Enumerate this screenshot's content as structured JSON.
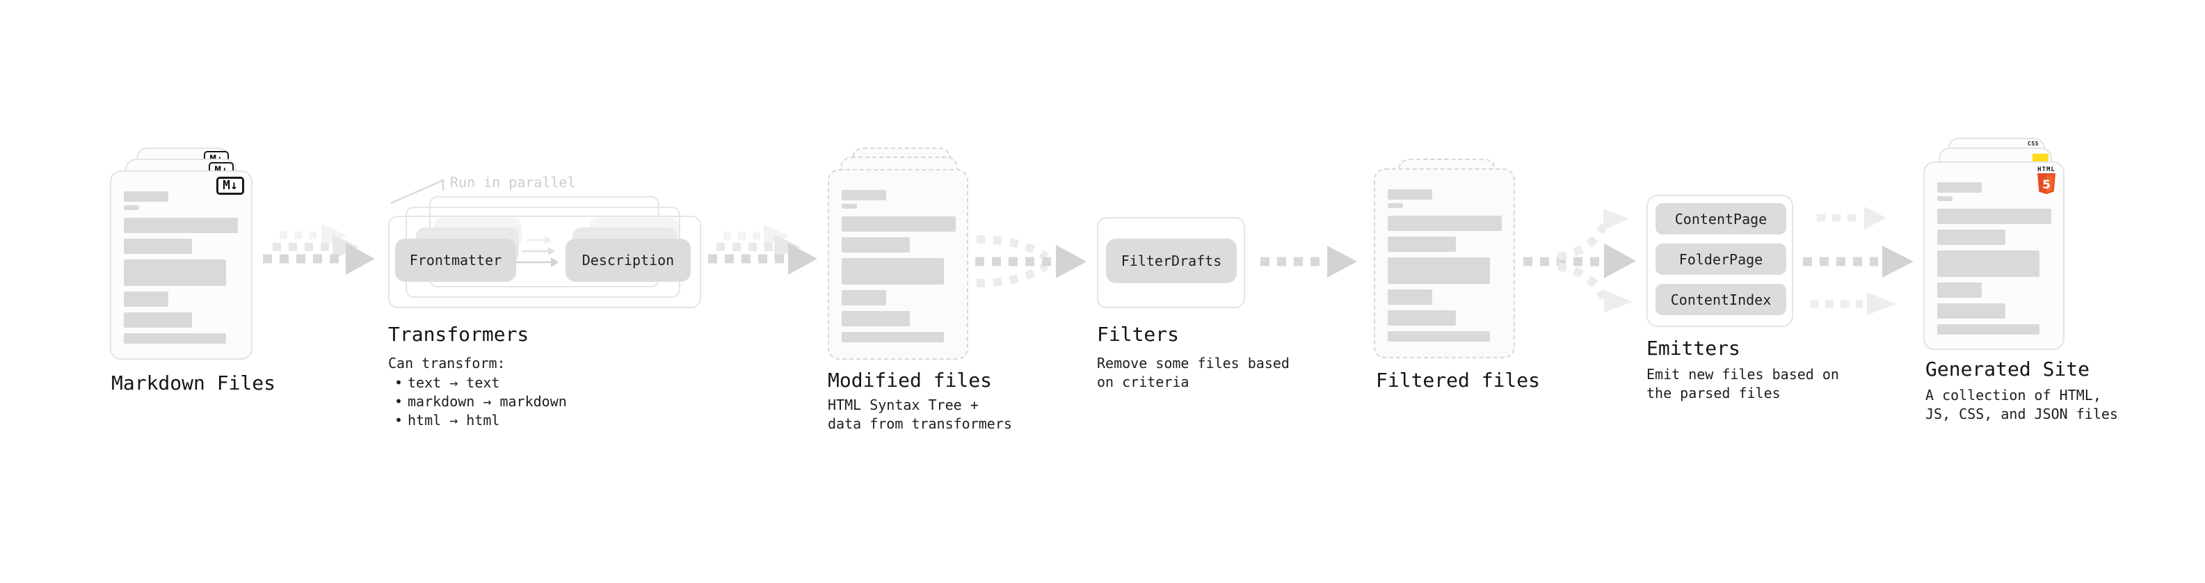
{
  "diagram": {
    "markdown_files": {
      "label": "Markdown Files",
      "icon": "M↓"
    },
    "transformers": {
      "heading": "Transformers",
      "note": "Run in parallel",
      "input_box": "Frontmatter",
      "output_box": "Description",
      "desc_title": "Can transform:",
      "bullet": "•",
      "bullets": [
        "text → text",
        "markdown → markdown",
        "html → html"
      ]
    },
    "modified_files": {
      "label": "Modified files",
      "desc": [
        "HTML Syntax Tree +",
        "data from transformers"
      ]
    },
    "filters": {
      "heading": "Filters",
      "box": "FilterDrafts",
      "desc": [
        "Remove some files based",
        "on criteria"
      ]
    },
    "filtered_files": {
      "label": "Filtered files"
    },
    "emitters": {
      "heading": "Emitters",
      "boxes": [
        "ContentPage",
        "FolderPage",
        "ContentIndex"
      ],
      "desc": [
        "Emit new files based on",
        "the parsed files"
      ]
    },
    "generated_site": {
      "label": "Generated Site",
      "desc": [
        "A collection of HTML,",
        "JS, CSS, and JSON files"
      ],
      "badges": {
        "css": "CSS",
        "html_label": "HTML",
        "html_number": "5"
      }
    }
  },
  "colors": {
    "background": "#ffffff",
    "card_border": "#e4e4e4",
    "dashed_border": "#d8d8d8",
    "placeholder_bar": "#d9d9d9",
    "process_box_fill": "#dcdcdc",
    "text": "#151515",
    "note_muted": "#cdcdcd",
    "arrow_dark": "#d8d8d8",
    "arrow_light": "#f3f3f3",
    "html5_orange": "#e44d26",
    "html5_orange_light": "#f16529",
    "js_yellow": "#ffdb1e",
    "css_blue": "#2e6bf0",
    "icon_border": "#181818"
  },
  "file_bars": [
    {
      "w": 64,
      "h": 15,
      "mt": 0
    },
    {
      "w": 22,
      "h": 7,
      "mt": 5
    },
    {
      "w": 164,
      "h": 22,
      "mt": 11
    },
    {
      "w": 98,
      "h": 22,
      "mt": 8
    },
    {
      "w": 147,
      "h": 38,
      "mt": 8
    },
    {
      "w": 64,
      "h": 22,
      "mt": 8
    },
    {
      "w": 98,
      "h": 22,
      "mt": 8
    },
    {
      "w": 147,
      "h": 15,
      "mt": 8
    }
  ]
}
